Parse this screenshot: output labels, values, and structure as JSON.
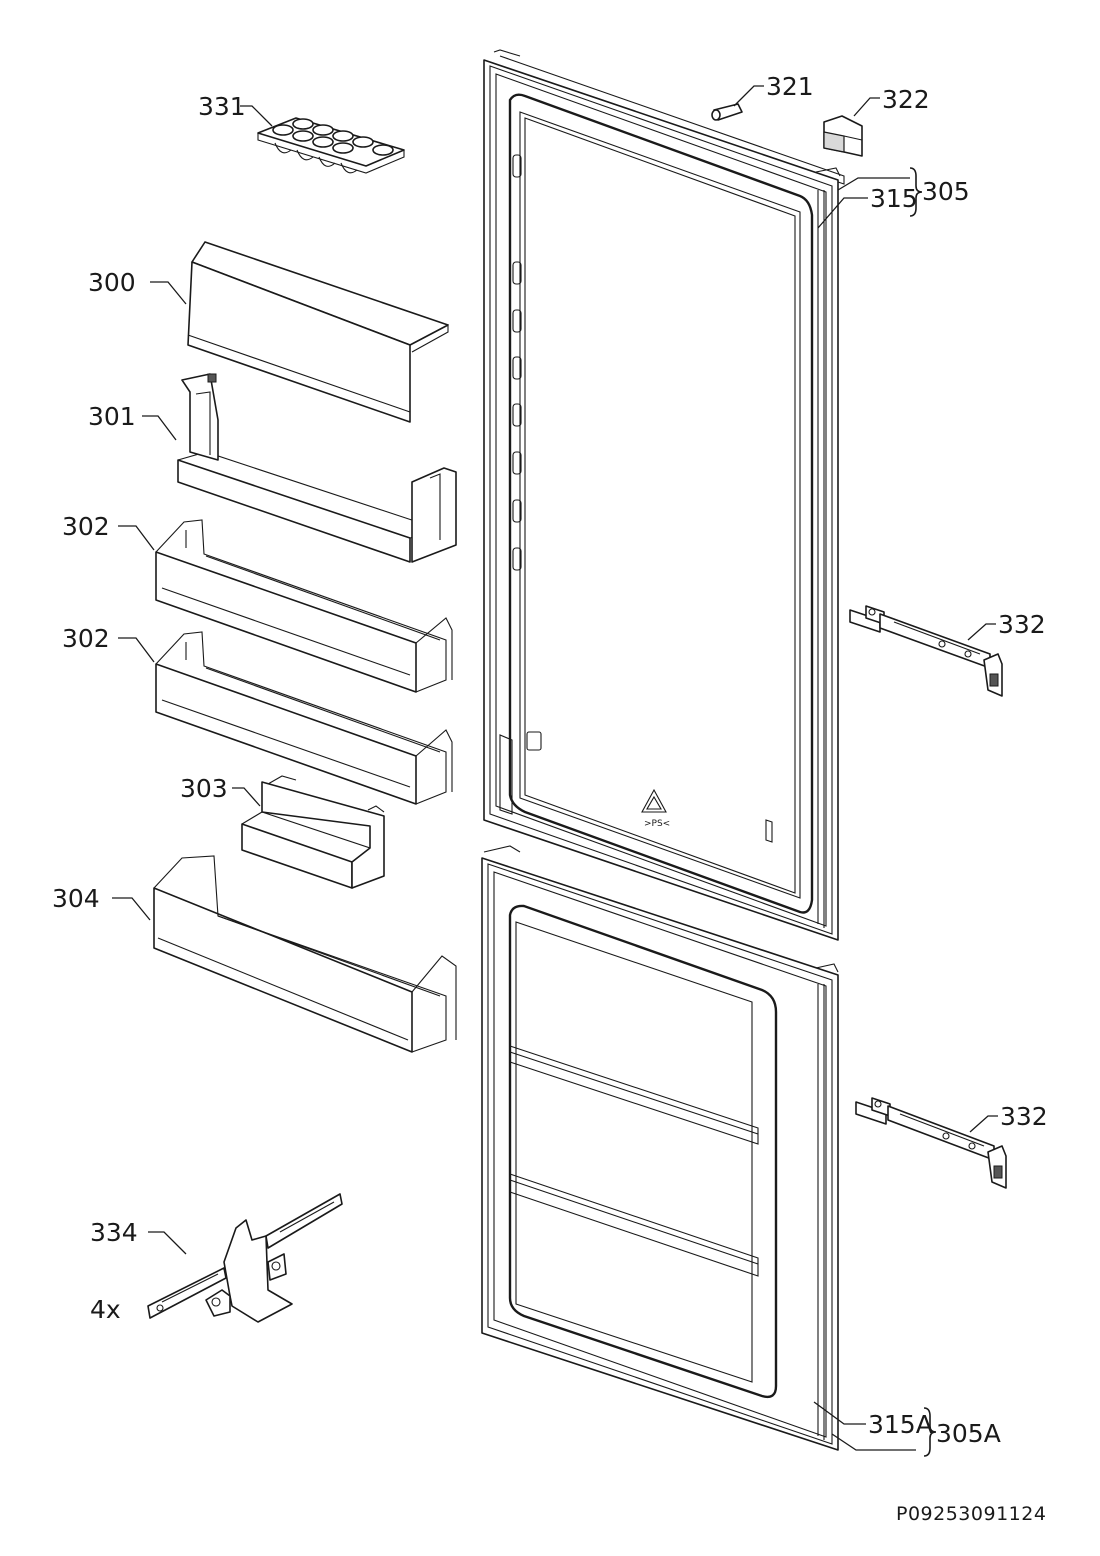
{
  "diagram": {
    "code": "P09253091124",
    "quantity_note": "4x",
    "labels": {
      "p300": "300",
      "p301": "301",
      "p302a": "302",
      "p302b": "302",
      "p303": "303",
      "p304": "304",
      "p305": "305",
      "p305a": "305A",
      "p315": "315",
      "p315a": "315A",
      "p321": "321",
      "p322": "322",
      "p331": "331",
      "p332a": "332",
      "p332b": "332",
      "p334": "334"
    }
  }
}
